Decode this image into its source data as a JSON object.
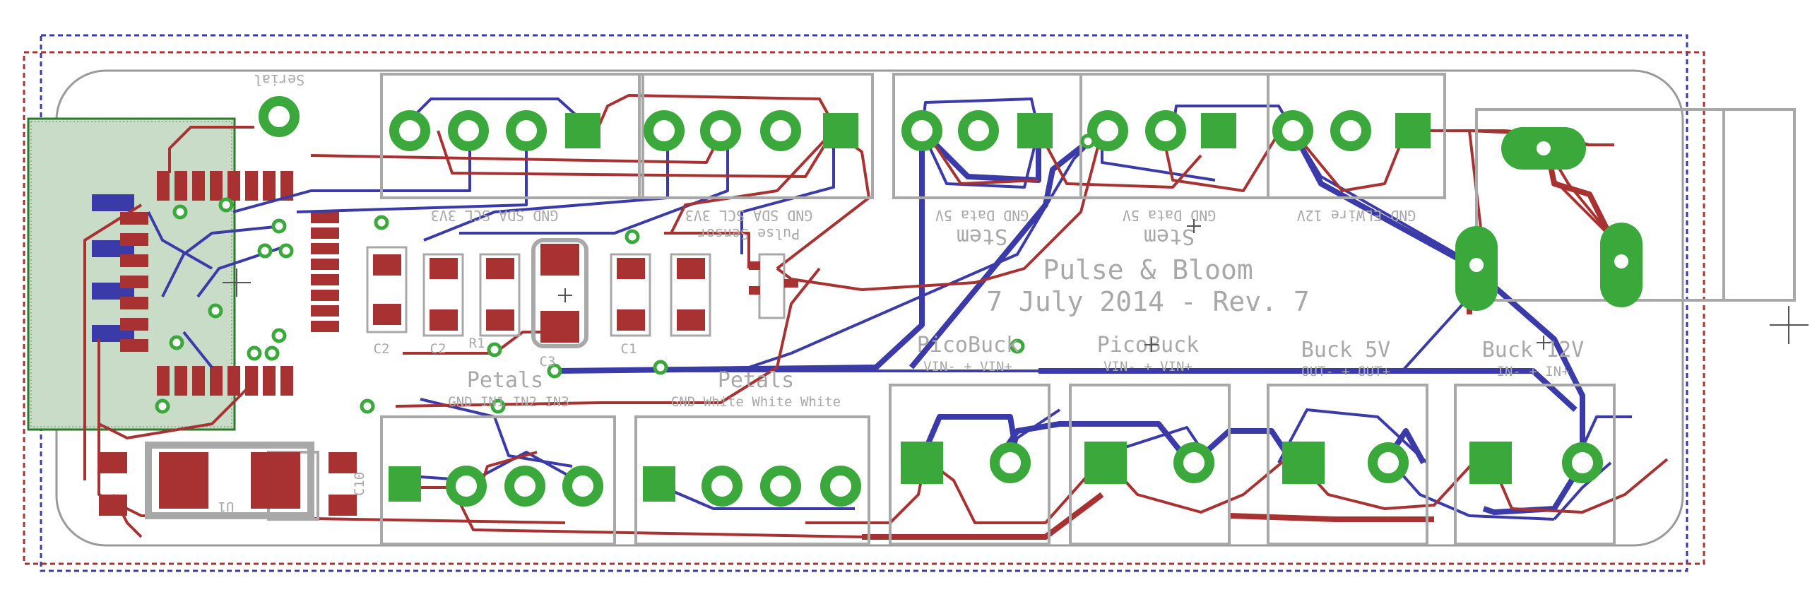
{
  "board": {
    "title_line1": "Pulse & Bloom",
    "title_line2": "7 July 2014 - Rev. 7",
    "colors": {
      "top_trace": "#a83232",
      "bottom_trace": "#3a3aa8",
      "pad": "#3aa83a",
      "silkscreen": "#a8a8a8",
      "outline": "#9a9a9a",
      "dim_red": "#a83232",
      "dim_blue": "#3a3aa8"
    }
  },
  "connectors": {
    "serial": "Serial",
    "c1_pins": "GND SDA SCL 3V3",
    "c2_pins": "GND SDA SCL 3V3",
    "c2_name": "Pulse Sensor",
    "stem1_pins": "GND Data 5V",
    "stem1_name": "Stem",
    "stem2_pins": "GND Data 5V",
    "stem2_name": "Stem",
    "el_pins": "GND ELWire 12V",
    "petals1_name": "Petals",
    "petals1_pins": "GND IN1 IN2 IN3",
    "petals2_name": "Petals",
    "petals2_pins": "GND White White White"
  },
  "modules": {
    "picobuck1_name": "PicoBuck",
    "picobuck1_pins": "VIN-  +  VIN+",
    "picobuck2_name": "PicoBuck",
    "picobuck2_pins": "VIN-  +  VIN+",
    "buck5_name": "Buck 5V",
    "buck5_pins": "OUT-  +  OUT+",
    "buck12_name": "Buck 12V",
    "buck12_pins": "IN-  +  IN+"
  },
  "parts": {
    "c2": "C2",
    "c2b": "C2",
    "r1": "R1",
    "c1": "C1",
    "c3": "C3",
    "c10": "C10",
    "u1": "U1"
  }
}
